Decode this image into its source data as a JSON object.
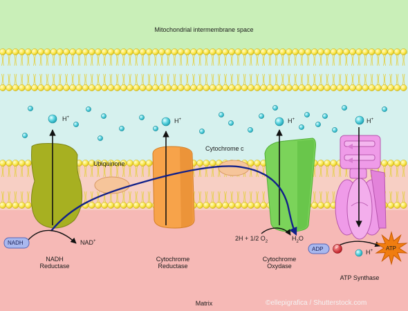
{
  "regions": {
    "top": "Mitochondrial intermembrane space",
    "bottom": "Matrix"
  },
  "complexes": {
    "nadh": {
      "line1": "NADH",
      "line2": "Reductase"
    },
    "cytochrome_reductase": {
      "line1": "Cytochrome",
      "line2": "Reductase"
    },
    "cytochrome_oxydase": {
      "line1": "Cytochrome",
      "line2": "Oxydase"
    },
    "atp_synthase": "ATP Synthase"
  },
  "carriers": {
    "ubiquinone": "Ubiquinone",
    "cytochrome_c": "Cytochrome c"
  },
  "molecules": {
    "nadh": "NADH",
    "nad_plus": "NAD",
    "plus": "+",
    "h": "H",
    "h_plus": "+",
    "reaction": "2H + 1/2 O",
    "o2_sub": "2",
    "h2o_h": "H",
    "h2o_sub": "2",
    "h2o_o": "O",
    "adp": "ADP",
    "pi": "P",
    "atp": "ATP"
  },
  "credit": "©ellepigrafica / Shutterstock.com",
  "colors": {
    "intermembrane": "#c9efb8",
    "membrane_band": "#d6f1ee",
    "matrix": "#f6b9b6",
    "lipid_head": "#fbe94f",
    "nadh_reductase": "#a7b021",
    "cytochrome_reductase": "#f7a34a",
    "cytochrome_oxydase": "#7bd35a",
    "atp_synthase": "#ef9be8",
    "carrier": "#f6c59a",
    "electron_path": "#12218a",
    "proton": "#36c2d2",
    "atp_star": "#f07d10"
  }
}
